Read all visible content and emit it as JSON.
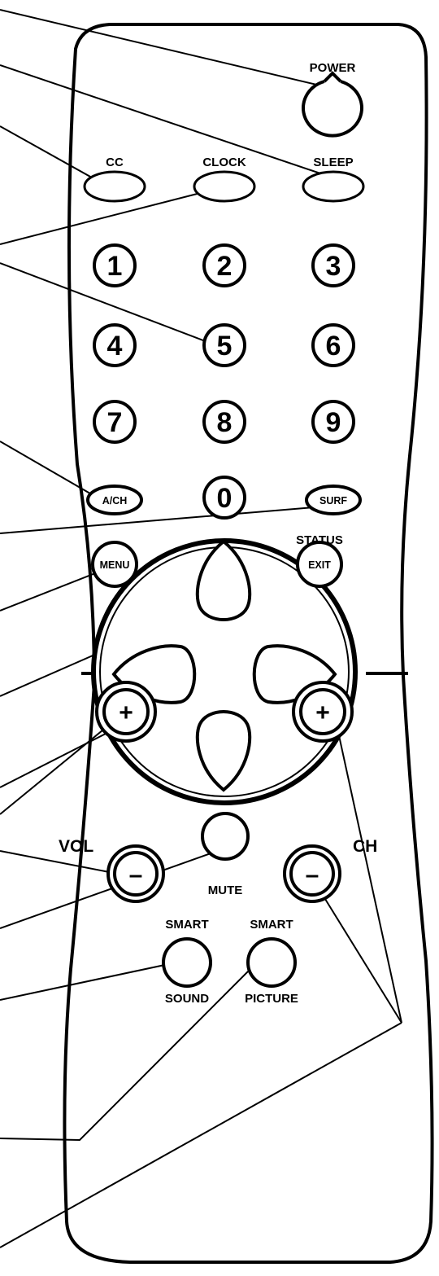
{
  "labels": {
    "power": "POWER",
    "cc": "CC",
    "clock": "CLOCK",
    "sleep": "SLEEP",
    "status": "STATUS",
    "vol": "VOL",
    "ch": "CH",
    "mute": "MUTE",
    "smart_sound_top": "SMART",
    "smart_sound_bottom": "SOUND",
    "smart_picture_top": "SMART",
    "smart_picture_bottom": "PICTURE"
  },
  "keys": {
    "k1": "1",
    "k2": "2",
    "k3": "3",
    "k4": "4",
    "k5": "5",
    "k6": "6",
    "k7": "7",
    "k8": "8",
    "k9": "9",
    "k0": "0",
    "ach": "A/CH",
    "surf": "SURF",
    "menu": "MENU",
    "exit": "EXIT",
    "vol_plus": "+",
    "vol_minus": "–",
    "ch_plus": "+",
    "ch_minus": "–"
  },
  "colors": {
    "ink": "#000000",
    "background": "#ffffff"
  }
}
